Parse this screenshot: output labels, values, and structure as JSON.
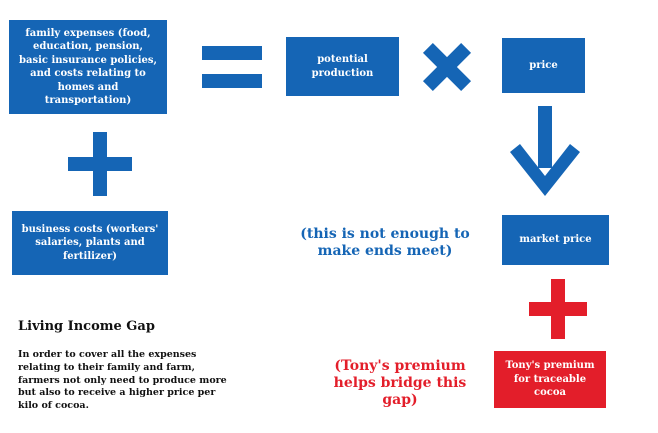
{
  "colors": {
    "blue": "#1565b5",
    "red": "#e31e2a"
  },
  "boxes": {
    "family_expenses": "family expenses (food, education, pension, basic insurance policies, and costs relating to homes and transportation)",
    "potential_production": "potential production",
    "price": "price",
    "business_costs": "business costs (workers' salaries, plants and fertilizer)",
    "market_price": "market price",
    "tonys_premium": "Tony's premium for traceable cocoa"
  },
  "notes": {
    "not_enough": "(this is not enough to make ends meet)",
    "premium_bridge": "(Tony's premium helps bridge this gap)"
  },
  "living_income": {
    "title": "Living Income Gap",
    "description": "In order to cover all the expenses relating to their family and farm, farmers not only need to produce more but also to receive a higher price per kilo of cocoa."
  },
  "icons": {
    "equals": "equals-icon",
    "multiply": "multiply-icon",
    "plus_blue": "plus-icon",
    "arrow_down": "arrow-down-icon",
    "plus_red": "plus-icon"
  }
}
